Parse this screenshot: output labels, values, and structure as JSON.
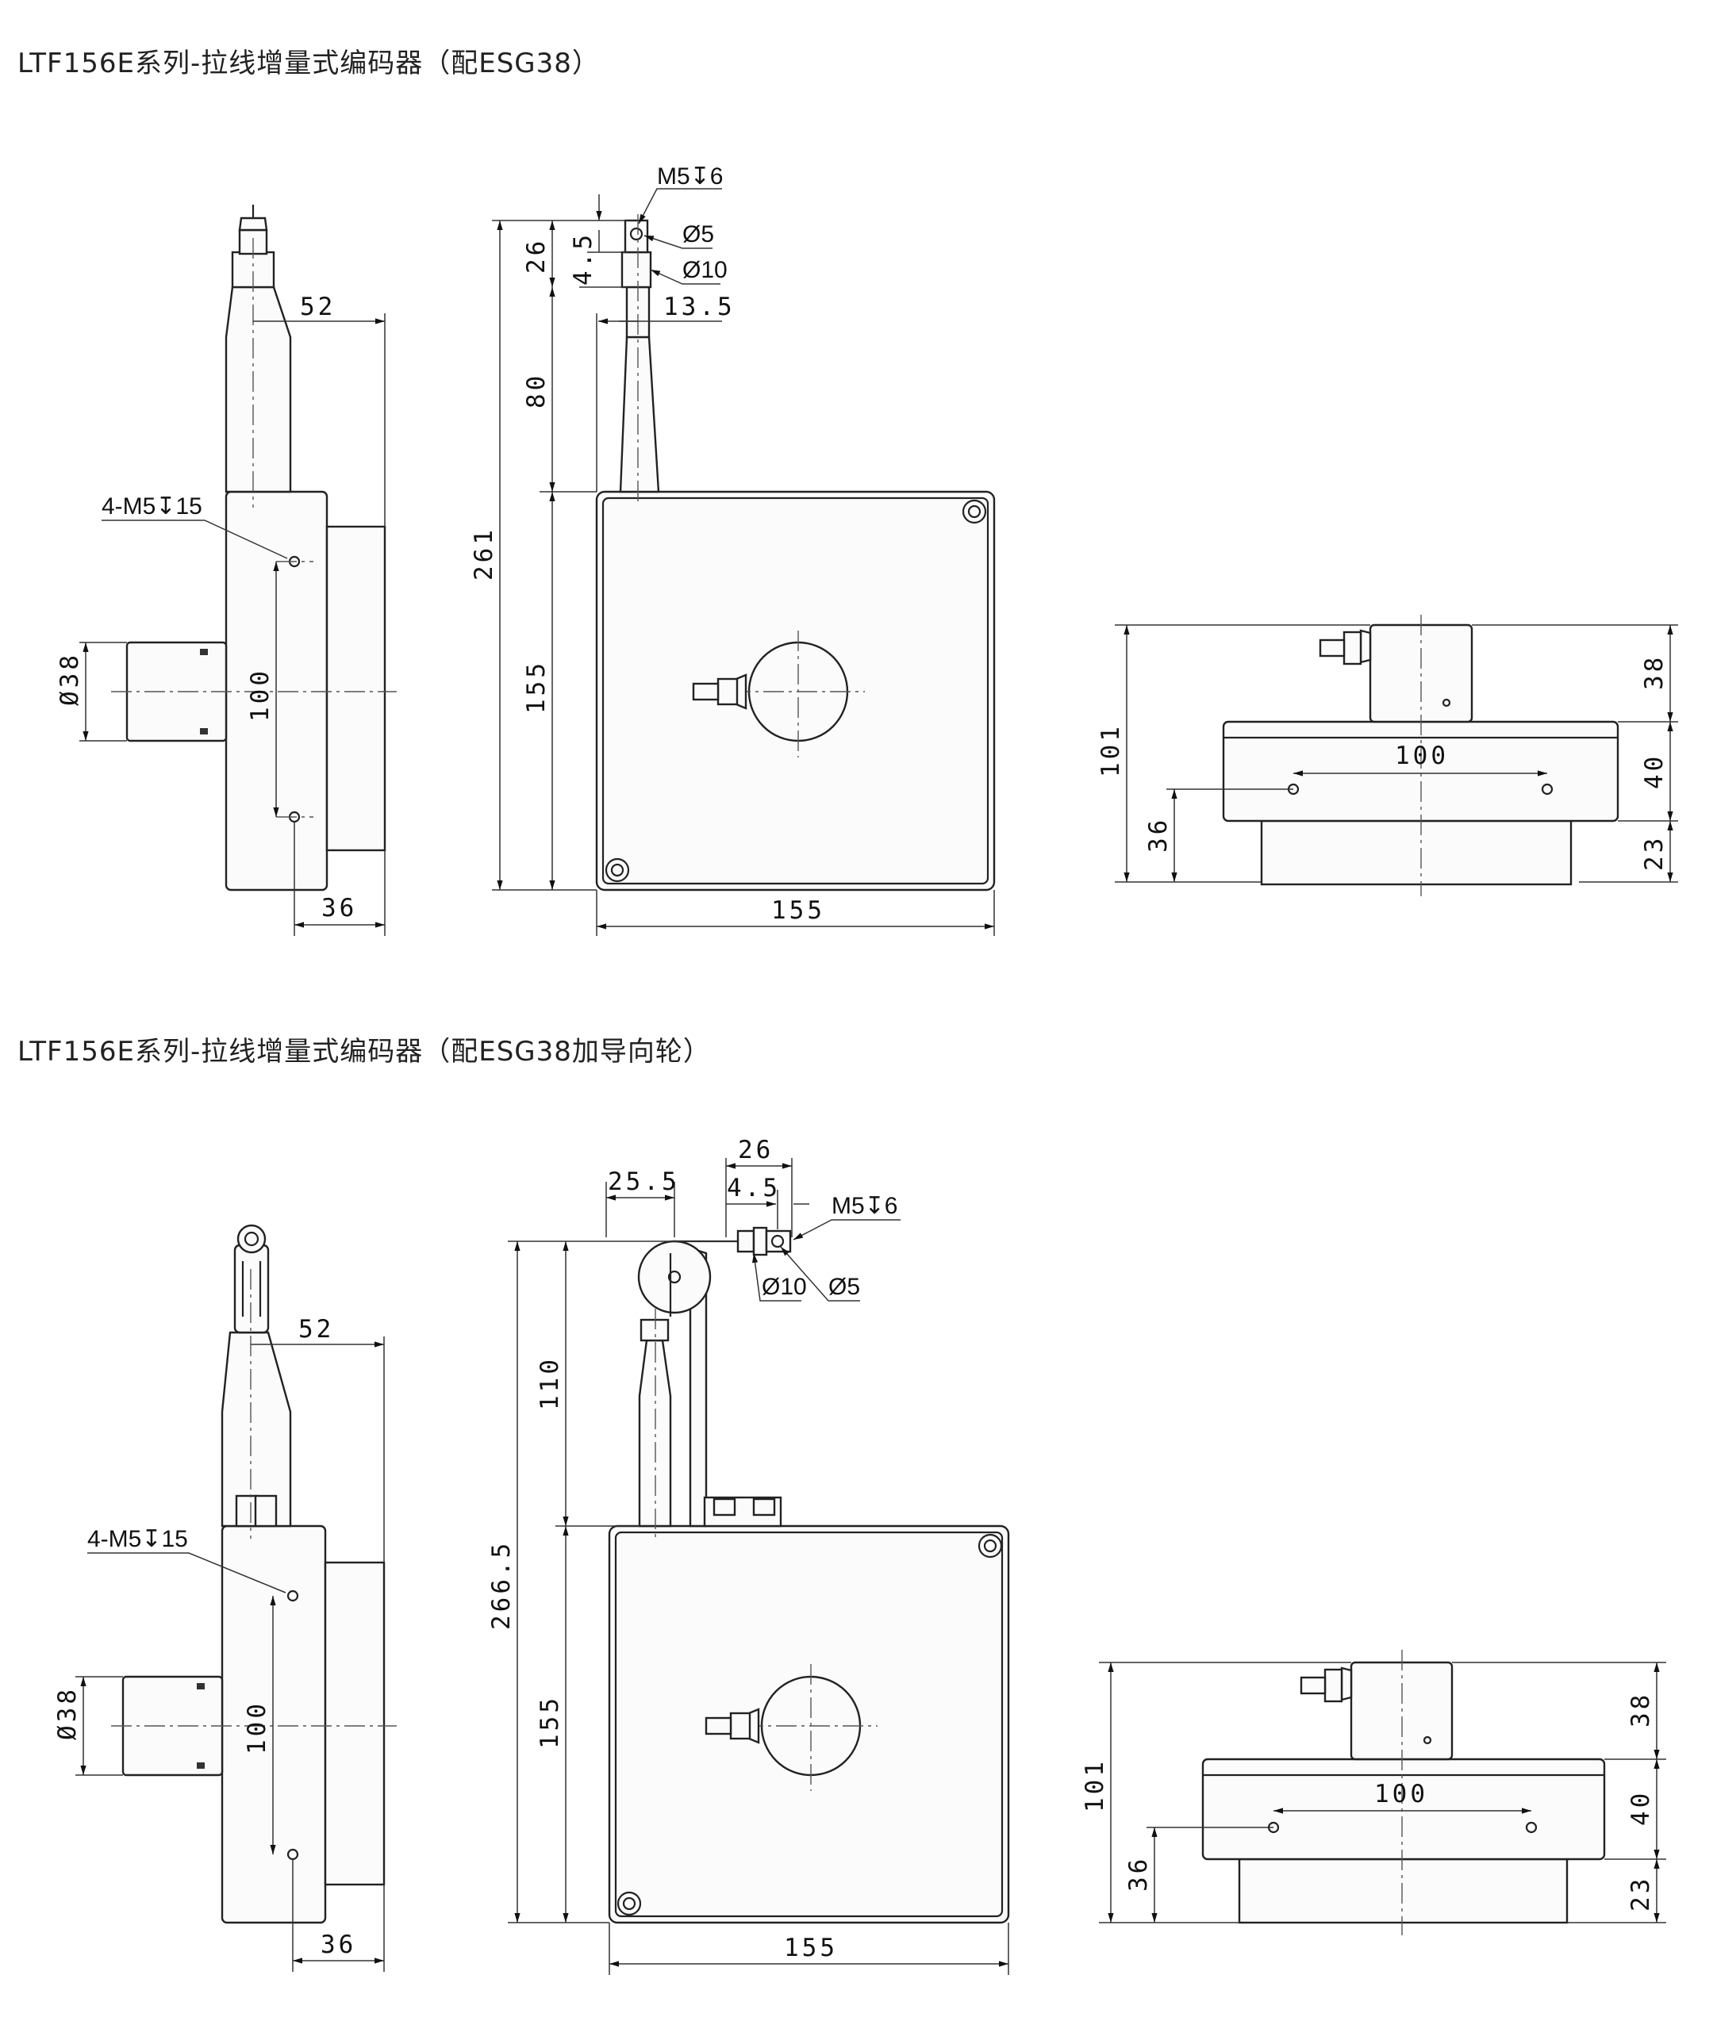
{
  "section1": {
    "title": "LTF156E系列-拉线增量式编码器（配ESG38）"
  },
  "section2": {
    "title": "LTF156E系列-拉线增量式编码器（配ESG38加导向轮）"
  },
  "labels": {
    "mount_holes": "4-M5↧15",
    "cable_thread": "M5↧6",
    "d5": "Ø5",
    "d10": "Ø10",
    "d38": "Ø38"
  },
  "dims1": {
    "d52": "52",
    "d36": "36",
    "d100": "100",
    "d26": "26",
    "d4_5": "4.5",
    "d13_5": "13.5",
    "d80": "80",
    "d261": "261",
    "d155v": "155",
    "d155h": "155",
    "d101": "101",
    "d38": "38",
    "d40": "40",
    "d23": "23",
    "d36b": "36",
    "d100b": "100"
  },
  "dims2": {
    "d52": "52",
    "d36": "36",
    "d100": "100",
    "d26": "26",
    "d25_5": "25.5",
    "d4_5": "4.5",
    "d110": "110",
    "d266_5": "266.5",
    "d155v": "155",
    "d155h": "155",
    "d101": "101",
    "d38": "38",
    "d40": "40",
    "d23": "23",
    "d36b": "36",
    "d100b": "100"
  }
}
